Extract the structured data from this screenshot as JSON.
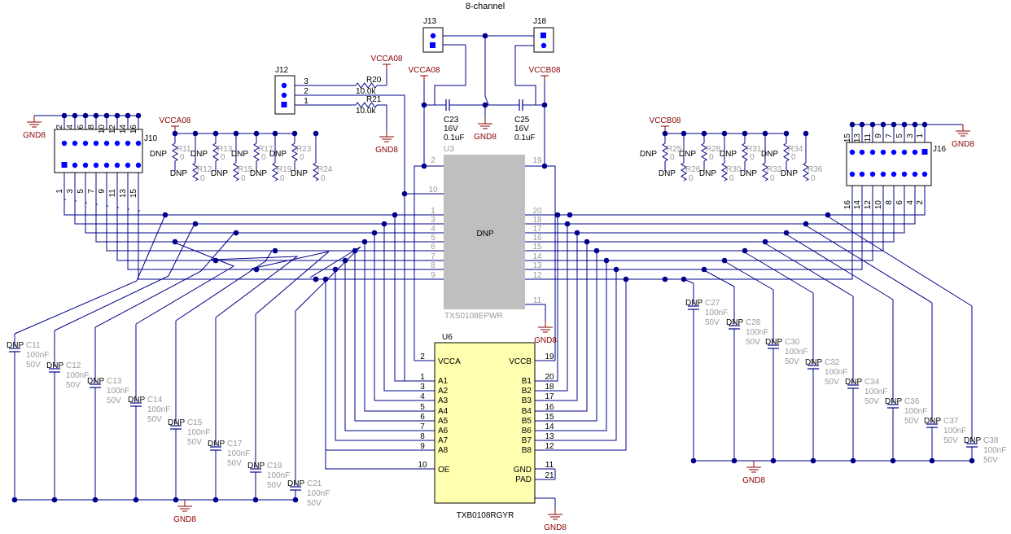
{
  "title": "8-channel",
  "nets": {
    "vcca": "VCCA08",
    "vccb": "VCCB08",
    "gnd": "GND8"
  },
  "headers": {
    "j10": {
      "ref": "J10",
      "top_pins": [
        "2",
        "4",
        "6",
        "8",
        "10",
        "12",
        "14",
        "16"
      ],
      "bottom_pins": [
        "1",
        "3",
        "5",
        "7",
        "9",
        "11",
        "13",
        "15"
      ]
    },
    "j16": {
      "ref": "J16",
      "top_pins": [
        "15",
        "13",
        "11",
        "9",
        "7",
        "5",
        "3",
        "1"
      ],
      "bottom_pins": [
        "16",
        "14",
        "12",
        "10",
        "8",
        "6",
        "4",
        "2"
      ]
    },
    "j12": {
      "ref": "J12",
      "pins": [
        "3",
        "2",
        "1"
      ]
    },
    "j13": {
      "ref": "J13"
    },
    "j18": {
      "ref": "J18"
    }
  },
  "resistors": {
    "r20": {
      "ref": "R20",
      "value": "10.0k"
    },
    "r21": {
      "ref": "R21",
      "value": "10.0k"
    },
    "left_top": [
      "R11",
      "R13",
      "R17",
      "R23"
    ],
    "left_bottom": [
      "R12",
      "R15",
      "R19",
      "R24"
    ],
    "right_top": [
      "R25",
      "R28",
      "R31",
      "R34"
    ],
    "right_bottom": [
      "R26",
      "R30",
      "R32",
      "R36"
    ],
    "dnp": "DNP",
    "zero": "0"
  },
  "supply_caps": {
    "c23": {
      "ref": "C23",
      "voltage": "16V",
      "value": "0.1uF"
    },
    "c25": {
      "ref": "C25",
      "voltage": "16V",
      "value": "0.1uF"
    }
  },
  "filter_caps": {
    "left": [
      "C11",
      "C12",
      "C13",
      "C14",
      "C15",
      "C17",
      "C19",
      "C21"
    ],
    "right": [
      "C27",
      "C28",
      "C30",
      "C32",
      "C34",
      "C36",
      "C37",
      "C38"
    ],
    "value": "100nF",
    "voltage": "50V",
    "dnp": "DNP"
  },
  "u3": {
    "ref": "U3",
    "body_label": "DNP",
    "part": "TXS0108EPWR",
    "left_pins": [
      "1",
      "3",
      "4",
      "5",
      "6",
      "7",
      "8",
      "9"
    ],
    "right_pins": [
      "20",
      "18",
      "17",
      "16",
      "15",
      "14",
      "13",
      "12"
    ],
    "pin_vcca": "2",
    "pin_vccb": "19",
    "pin_oe": "10",
    "pin_gnd": "11"
  },
  "u6": {
    "ref": "U6",
    "part": "TXB0108RGYR",
    "vcca_label": "VCCA",
    "vccb_label": "VCCB",
    "a_labels": [
      "A1",
      "A2",
      "A3",
      "A4",
      "A5",
      "A6",
      "A7",
      "A8"
    ],
    "b_labels": [
      "B1",
      "B2",
      "B3",
      "B4",
      "B5",
      "B6",
      "B7",
      "B8"
    ],
    "a_pins": [
      "1",
      "3",
      "4",
      "5",
      "6",
      "7",
      "8",
      "9"
    ],
    "b_pins": [
      "20",
      "18",
      "17",
      "16",
      "15",
      "14",
      "13",
      "12"
    ],
    "oe_label": "OE",
    "gnd_label": "GND",
    "pad_label": "PAD",
    "pin_vcca": "2",
    "pin_vccb": "19",
    "pin_oe": "10",
    "pin_gnd": "11",
    "pin_pad": "21"
  },
  "colors": {
    "wire": "#00008b",
    "power": "#8b0000",
    "u3_body": "#c0bebe",
    "u6_body": "#ffffb0",
    "connector_fill": "#0000ff"
  }
}
